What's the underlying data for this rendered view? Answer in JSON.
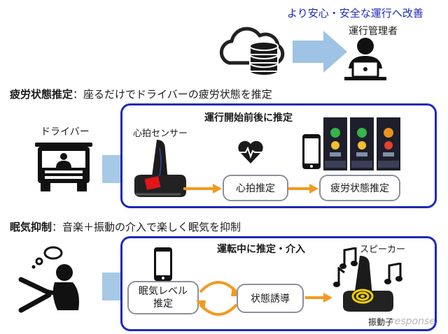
{
  "header": {
    "improvement_text": "より安心・安全な運行へ改善",
    "manager_label": "運行管理者"
  },
  "fatigue": {
    "heading_bold": "疲労状態推定",
    "heading_rest": "：座るだけでドライバーの疲労状態を推定",
    "driver_label": "ドライバー",
    "panel_title": "運行開始前後に推定",
    "sensor_label": "心拍センサー",
    "heartbeat_box": "心拍推定",
    "fatigue_box": "疲労状態推定"
  },
  "drowsiness": {
    "heading_bold": "眠気抑制",
    "heading_rest": "：音楽＋振動の介入で楽しく眠気を抑制",
    "panel_title": "運転中に推定・介入",
    "level_box_line1": "眠気レベル",
    "level_box_line2": "推定",
    "induce_box": "状態誘導",
    "speaker_label": "スピーカー",
    "vibrator_label": "振動子"
  },
  "watermark": "response."
}
